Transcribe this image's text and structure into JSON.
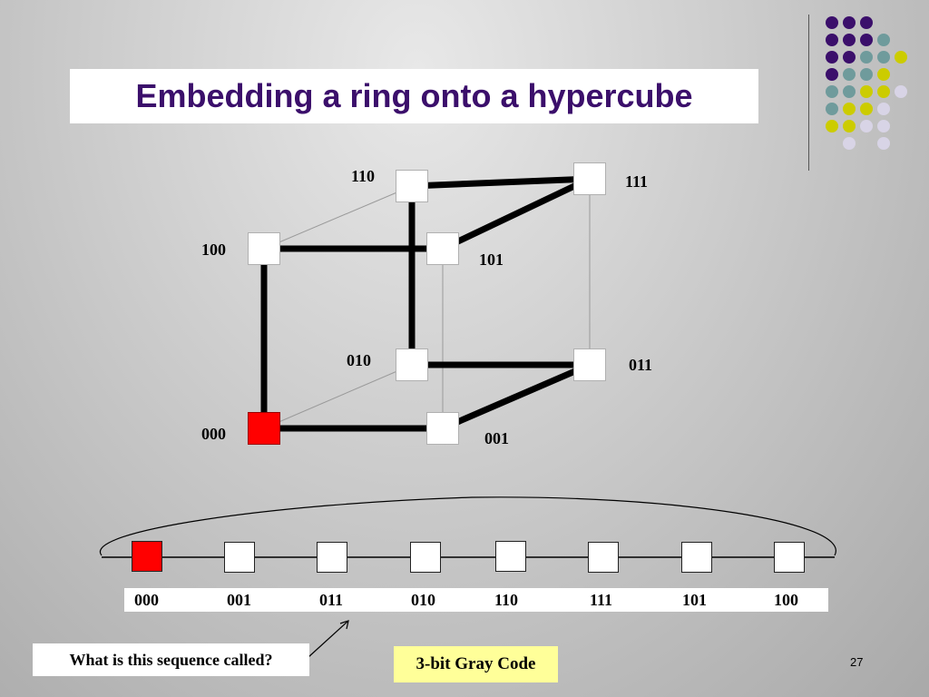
{
  "slide": {
    "title": "Embedding a ring onto a hypercube",
    "page_number": "27"
  },
  "hypercube": {
    "nodes": [
      {
        "id": "000",
        "label": "000",
        "start": true
      },
      {
        "id": "001",
        "label": "001",
        "start": false
      },
      {
        "id": "010",
        "label": "010",
        "start": false
      },
      {
        "id": "011",
        "label": "011",
        "start": false
      },
      {
        "id": "100",
        "label": "100",
        "start": false
      },
      {
        "id": "101",
        "label": "101",
        "start": false
      },
      {
        "id": "110",
        "label": "110",
        "start": false
      },
      {
        "id": "111",
        "label": "111",
        "start": false
      }
    ],
    "ring_edges": [
      [
        "000",
        "001"
      ],
      [
        "001",
        "011"
      ],
      [
        "011",
        "010"
      ],
      [
        "010",
        "110"
      ],
      [
        "110",
        "111"
      ],
      [
        "111",
        "101"
      ],
      [
        "101",
        "100"
      ],
      [
        "100",
        "000"
      ]
    ],
    "other_edges": [
      [
        "000",
        "010"
      ],
      [
        "001",
        "101"
      ],
      [
        "011",
        "111"
      ],
      [
        "100",
        "110"
      ]
    ]
  },
  "ring": {
    "sequence": [
      "000",
      "001",
      "011",
      "010",
      "110",
      "111",
      "101",
      "100"
    ]
  },
  "question": "What is this sequence called?",
  "answer": "3-bit Gray Code",
  "colors": {
    "title": "#3b0f6b",
    "start_node": "#ff0000",
    "answer_bg": "#ffff99",
    "dot_purple": "#3b0f6b",
    "dot_teal": "#6f9b9c",
    "dot_yellow": "#cccc00",
    "dot_lavender": "#d8d4e6"
  }
}
